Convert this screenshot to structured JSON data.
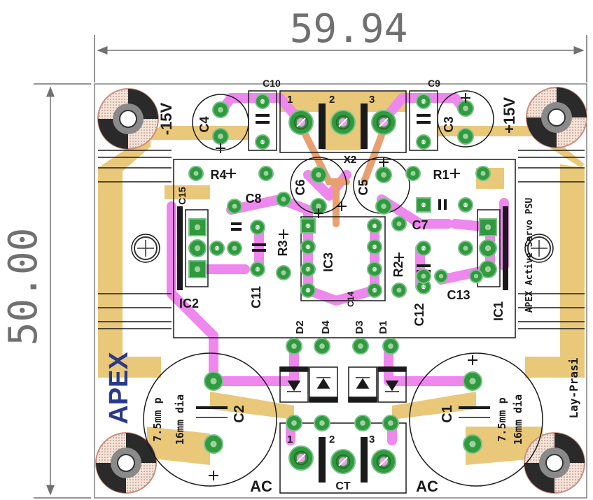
{
  "dimensions": {
    "width": "59.94",
    "height": "50.00"
  },
  "logo": "APEX",
  "board": {
    "title": "APEX Active Servo PSU",
    "credit": "Lay-Prasi",
    "labels": {
      "neg": "-15V",
      "pos": "+15V",
      "ac_left": "AC",
      "ac_right": "AC",
      "ct": "CT",
      "x2": "X2",
      "cap_spec": "7.5mm p",
      "cap_dia": "16mm dia"
    },
    "terminals": [
      "1",
      "2",
      "3"
    ],
    "components": {
      "C1": "C1",
      "C2": "C2",
      "C3": "C3",
      "C4": "C4",
      "C5": "C5",
      "C6": "C6",
      "C7": "C7",
      "C8": "C8",
      "C9": "C9",
      "C10": "C10",
      "C11": "C11",
      "C12": "C12",
      "C13": "C13",
      "C14": "C14",
      "C15": "C15",
      "R1": "R1",
      "R2": "R2",
      "R3": "R3",
      "R4": "R4",
      "IC1": "IC1",
      "IC2": "IC2",
      "IC3": "IC3",
      "D1": "D1",
      "D2": "D2",
      "D3": "D3",
      "D4": "D4"
    }
  },
  "colors": {
    "board": "#ffffff",
    "copper_top": "#e9c87a",
    "copper_bottom": "#ee88ee",
    "pad": "#2f9a3e",
    "pad_edge": "#7ac08a",
    "silk": "#1a1a1a",
    "hole_hatch": "#c89080",
    "dimension": "#707070",
    "logo": "#2a3a8a"
  }
}
